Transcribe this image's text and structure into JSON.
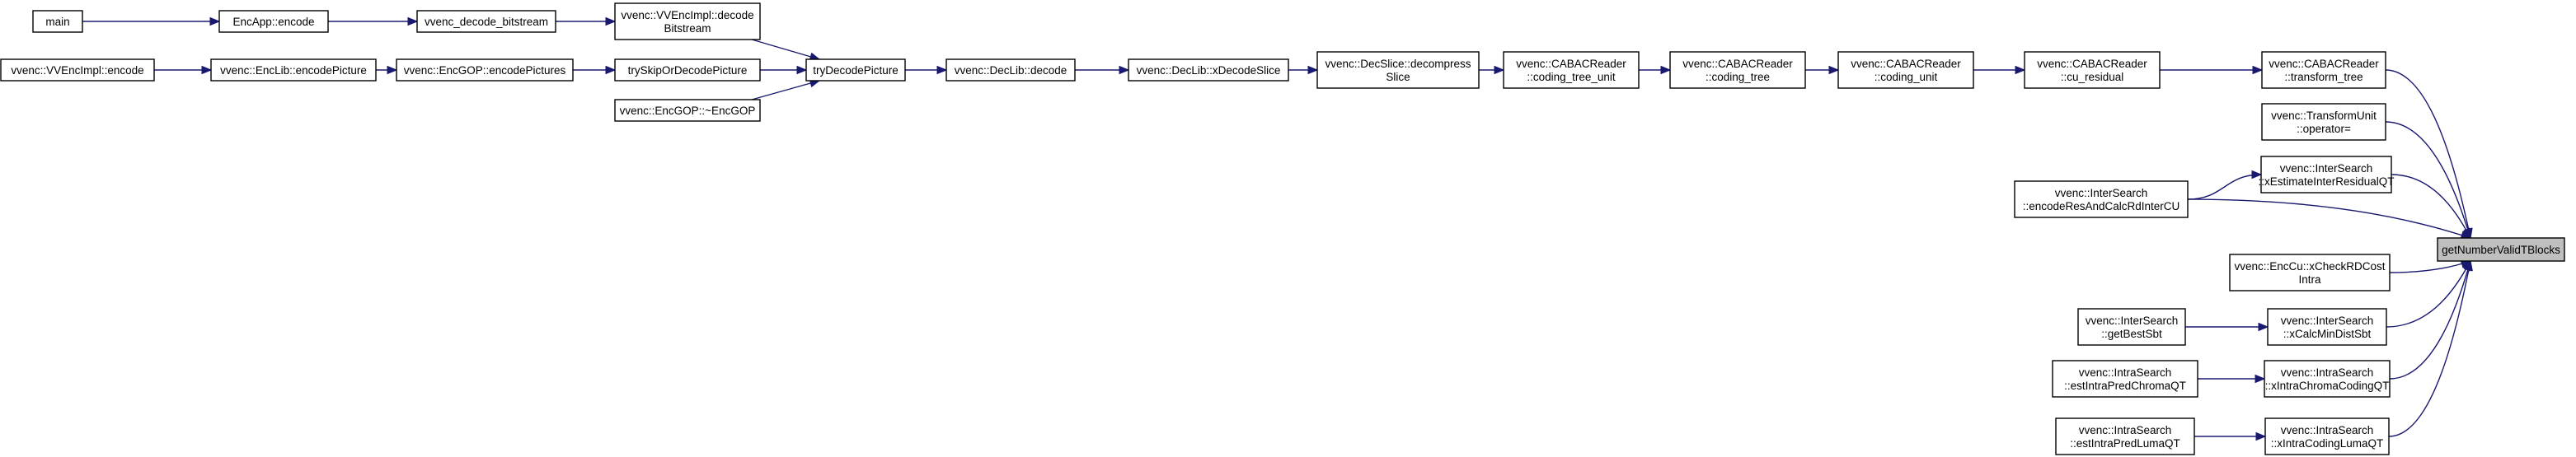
{
  "nodes": {
    "main": [
      "main"
    ],
    "encapp_encode": [
      "EncApp::encode"
    ],
    "vvenc_decode_bitstream": [
      "vvenc_decode_bitstream"
    ],
    "vvencimpl_decodebitstream": [
      "vvenc::VVEncImpl::decode",
      "Bitstream"
    ],
    "vvencimpl_encode": [
      "vvenc::VVEncImpl::encode"
    ],
    "enclib_encodepicture": [
      "vvenc::EncLib::encodePicture"
    ],
    "encgop_encodepictures": [
      "vvenc::EncGOP::encodePictures"
    ],
    "tryskipordecodepicture": [
      "trySkipOrDecodePicture"
    ],
    "encgop_destructor": [
      "vvenc::EncGOP::~EncGOP"
    ],
    "trydecodepicture": [
      "tryDecodePicture"
    ],
    "declib_decode": [
      "vvenc::DecLib::decode"
    ],
    "declib_xdecodeslice": [
      "vvenc::DecLib::xDecodeSlice"
    ],
    "decslice_decompressslice": [
      "vvenc::DecSlice::decompress",
      "Slice"
    ],
    "cabac_coding_tree_unit": [
      "vvenc::CABACReader",
      "::coding_tree_unit"
    ],
    "cabac_coding_tree": [
      "vvenc::CABACReader",
      "::coding_tree"
    ],
    "cabac_coding_unit": [
      "vvenc::CABACReader",
      "::coding_unit"
    ],
    "cabac_cu_residual": [
      "vvenc::CABACReader",
      "::cu_residual"
    ],
    "cabac_transform_tree": [
      "vvenc::CABACReader",
      "::transform_tree"
    ],
    "transformunit_operator": [
      "vvenc::TransformUnit",
      "::operator="
    ],
    "intersearch_xestimateinterresidualqt": [
      "vvenc::InterSearch",
      "::xEstimateInterResidualQT"
    ],
    "intersearch_encoderesandcalcrdintercu": [
      "vvenc::InterSearch",
      "::encodeResAndCalcRdInterCU"
    ],
    "getnumbervalidtblocks": [
      "getNumberValidTBlocks"
    ],
    "encu_xcheckrdcostintra": [
      "vvenc::EncCu::xCheckRDCost",
      "Intra"
    ],
    "intersearch_getbestsbt": [
      "vvenc::InterSearch",
      "::getBestSbt"
    ],
    "intersearch_xcalcmindistsbt": [
      "vvenc::InterSearch",
      "::xCalcMinDistSbt"
    ],
    "intrasearch_estintrapredchromaqt": [
      "vvenc::IntraSearch",
      "::estIntraPredChromaQT"
    ],
    "intrasearch_xintrachromacodingqt": [
      "vvenc::IntraSearch",
      "::xIntraChromaCodingQT"
    ],
    "intrasearch_estintrapredlumaqt": [
      "vvenc::IntraSearch",
      "::estIntraPredLumaQT"
    ],
    "intrasearch_xintracodinglumaqt": [
      "vvenc::IntraSearch",
      "::xIntraCodingLumaQT"
    ]
  },
  "colors": {
    "node_fill": "#ffffff",
    "root_fill": "#bfbfbf",
    "node_border": "#000000",
    "edge": "#191970"
  }
}
